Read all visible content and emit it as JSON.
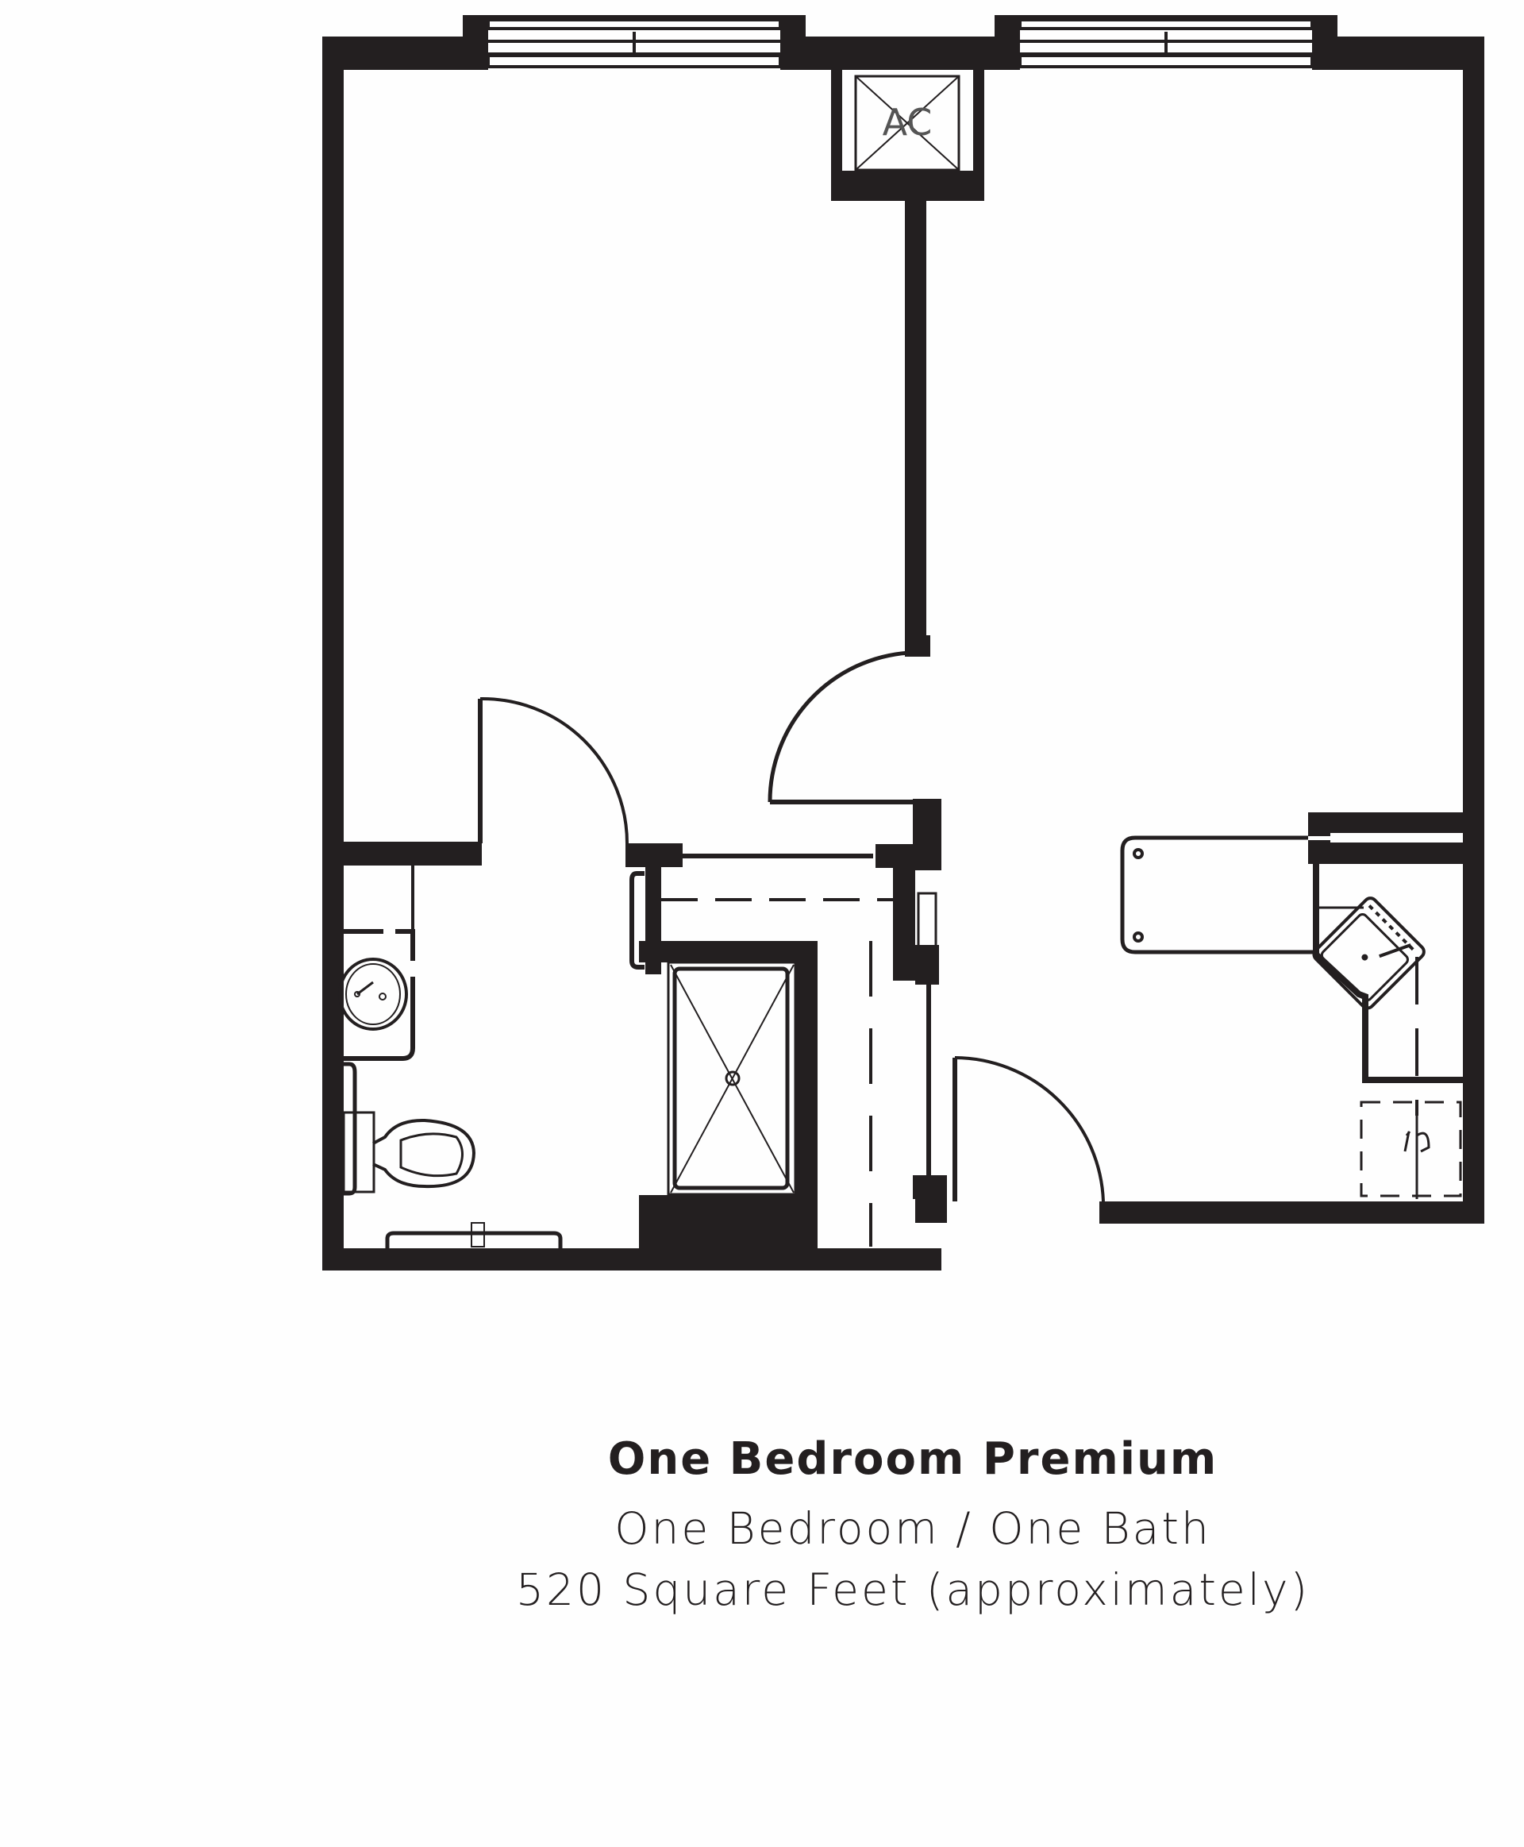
{
  "plan": {
    "name": "One Bedroom Premium",
    "layout": "One Bedroom / One Bath",
    "area": "520 Square Feet (approximately)",
    "ac_label": "AC",
    "colors": {
      "wall": "#231f20",
      "background": "#fefefe"
    }
  }
}
